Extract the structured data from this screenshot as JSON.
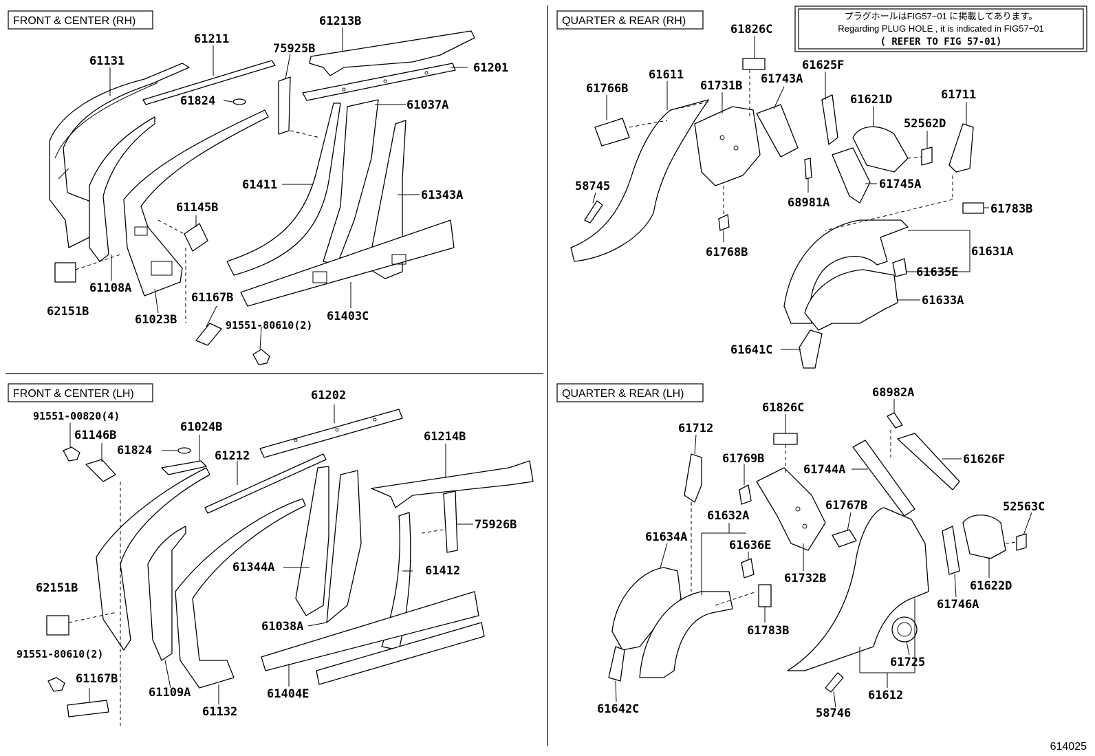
{
  "sections": {
    "front_rh": "FRONT & CENTER (RH)",
    "front_lh": "FRONT & CENTER (LH)",
    "quarter_rh": "QUARTER & REAR (RH)",
    "quarter_lh": "QUARTER & REAR (LH)"
  },
  "note": {
    "line1": "プラグホールはFIG57−01 に掲載してあります。",
    "line2": "Regarding  PLUG HOLE , it is indicated in FIG57−01",
    "line3": "( REFER TO FIG 57-01)"
  },
  "figure_number": "614025",
  "labels": {
    "p61131": "61131",
    "p61211": "61211",
    "p61213B": "61213B",
    "p75925B": "75925B",
    "p61201": "61201",
    "p61824a": "61824",
    "p61037A": "61037A",
    "p61411": "61411",
    "p61343A": "61343A",
    "p61145B": "61145B",
    "p62151Ba": "62151B",
    "p61108A": "61108A",
    "p61023B": "61023B",
    "p61167Ba": "61167B",
    "p61403C": "61403C",
    "p91551_80610a": "91551-80610(2)",
    "p91551_00820": "91551-00820(4)",
    "p61146B": "61146B",
    "p61024B": "61024B",
    "p61202": "61202",
    "p61824b": "61824",
    "p61212": "61212",
    "p61214B": "61214B",
    "p75926B": "75926B",
    "p62151Bb": "62151B",
    "p61344A": "61344A",
    "p61412": "61412",
    "p91551_80610b": "91551-80610(2)",
    "p61038A": "61038A",
    "p61167Bb": "61167B",
    "p61109A": "61109A",
    "p61404E": "61404E",
    "p61132": "61132",
    "p61826Ca": "61826C",
    "p61766B": "61766B",
    "p61611": "61611",
    "p61731B": "61731B",
    "p61743A": "61743A",
    "p61625F": "61625F",
    "p61621D": "61621D",
    "p61711": "61711",
    "p52562D": "52562D",
    "p58745": "58745",
    "p61745A": "61745A",
    "p68981A": "68981A",
    "p61783Ba": "61783B",
    "p61631A": "61631A",
    "p61768B": "61768B",
    "p61635E": "61635E",
    "p61633A": "61633A",
    "p61641C": "61641C",
    "p68982A": "68982A",
    "p61826Cb": "61826C",
    "p61712": "61712",
    "p61769B": "61769B",
    "p61626F": "61626F",
    "p61744A": "61744A",
    "p61632A": "61632A",
    "p61767B": "61767B",
    "p52563C": "52563C",
    "p61634A": "61634A",
    "p61636E": "61636E",
    "p61732B": "61732B",
    "p61622D": "61622D",
    "p61746A": "61746A",
    "p61783Bb": "61783B",
    "p61725": "61725",
    "p61642C": "61642C",
    "p58746": "58746",
    "p61612": "61612"
  }
}
